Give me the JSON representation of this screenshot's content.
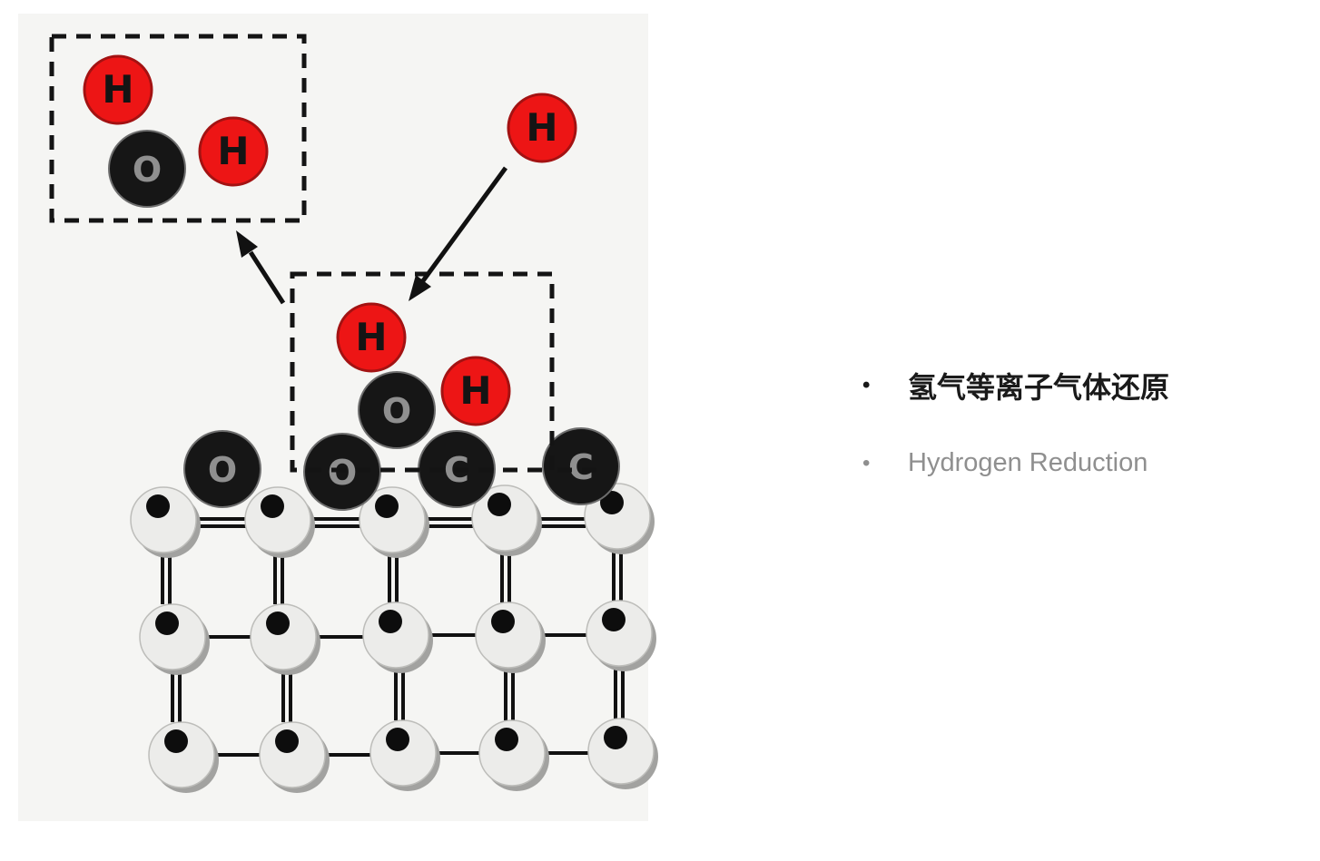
{
  "slide": {
    "background": "#ffffff"
  },
  "bullets": {
    "item1": {
      "marker": "•",
      "text": "氢气等离子气体还原"
    },
    "item2": {
      "marker": "•",
      "text": "Hydrogen Reduction"
    }
  },
  "diagram": {
    "name": "hydrogen-reduction-of-graphene-oxide-schematic",
    "labels": {
      "hydrogen": "H",
      "oxygen": "O",
      "carbon": "C"
    },
    "colors": {
      "hydrogen_fill": "#ed1515",
      "hydrogen_border": "#a31212",
      "atom_black": "#161616",
      "atom_label_gray": "#8f8f8f",
      "lattice_fill": "#ececea",
      "lattice_shadow": "#a2a2a0",
      "line": "#111111",
      "background": "#f5f5f3"
    }
  }
}
